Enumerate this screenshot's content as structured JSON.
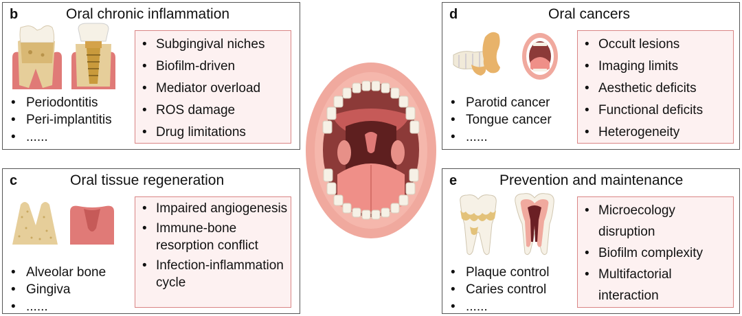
{
  "panels": {
    "b": {
      "letter": "b",
      "title": "Oral chronic inflammation",
      "conditions": [
        "Periodontitis",
        "Peri-implantitis",
        "......"
      ],
      "challenges": [
        "Subgingival niches",
        "Biofilm-driven",
        "Mediator overload",
        "ROS damage",
        "Drug limitations"
      ]
    },
    "c": {
      "letter": "c",
      "title": "Oral tissue regeneration",
      "conditions": [
        "Alveolar bone",
        "Gingiva",
        "......"
      ],
      "challenges": [
        "Impaired angiogenesis",
        "Immune-bone resorption conflict",
        "Infection-inflammation cycle"
      ]
    },
    "d": {
      "letter": "d",
      "title": "Oral cancers",
      "conditions": [
        "Parotid cancer",
        "Tongue cancer",
        "......"
      ],
      "challenges": [
        "Occult lesions",
        "Imaging limits",
        "Aesthetic deficits",
        "Functional deficits",
        "Heterogeneity"
      ]
    },
    "e": {
      "letter": "e",
      "title": "Prevention and maintenance",
      "conditions": [
        "Plaque control",
        "Caries control",
        "......"
      ],
      "challenges": [
        "Microecology disruption",
        "Biofilm complexity",
        "Multifactorial interaction"
      ]
    }
  },
  "colors": {
    "panel_border": "#555555",
    "challenge_box_border": "#d98484",
    "challenge_box_fill": "#fdf1f1",
    "lip": "#f0a99e",
    "mouth_interior": "#8c3a38",
    "tongue": "#ef8f88",
    "gum": "#e07a77",
    "tooth": "#f6f1e6",
    "bone": "#e6ce9a",
    "plaque": "#e3c27a"
  },
  "icons": [
    "periodontitis-tooth-icon",
    "dental-implant-icon",
    "alveolar-bone-icon",
    "gingiva-icon",
    "parotid-gland-icon",
    "open-mouth-tongue-icon",
    "plaque-tooth-icon",
    "caries-tooth-section-icon",
    "open-mouth-illustration"
  ]
}
